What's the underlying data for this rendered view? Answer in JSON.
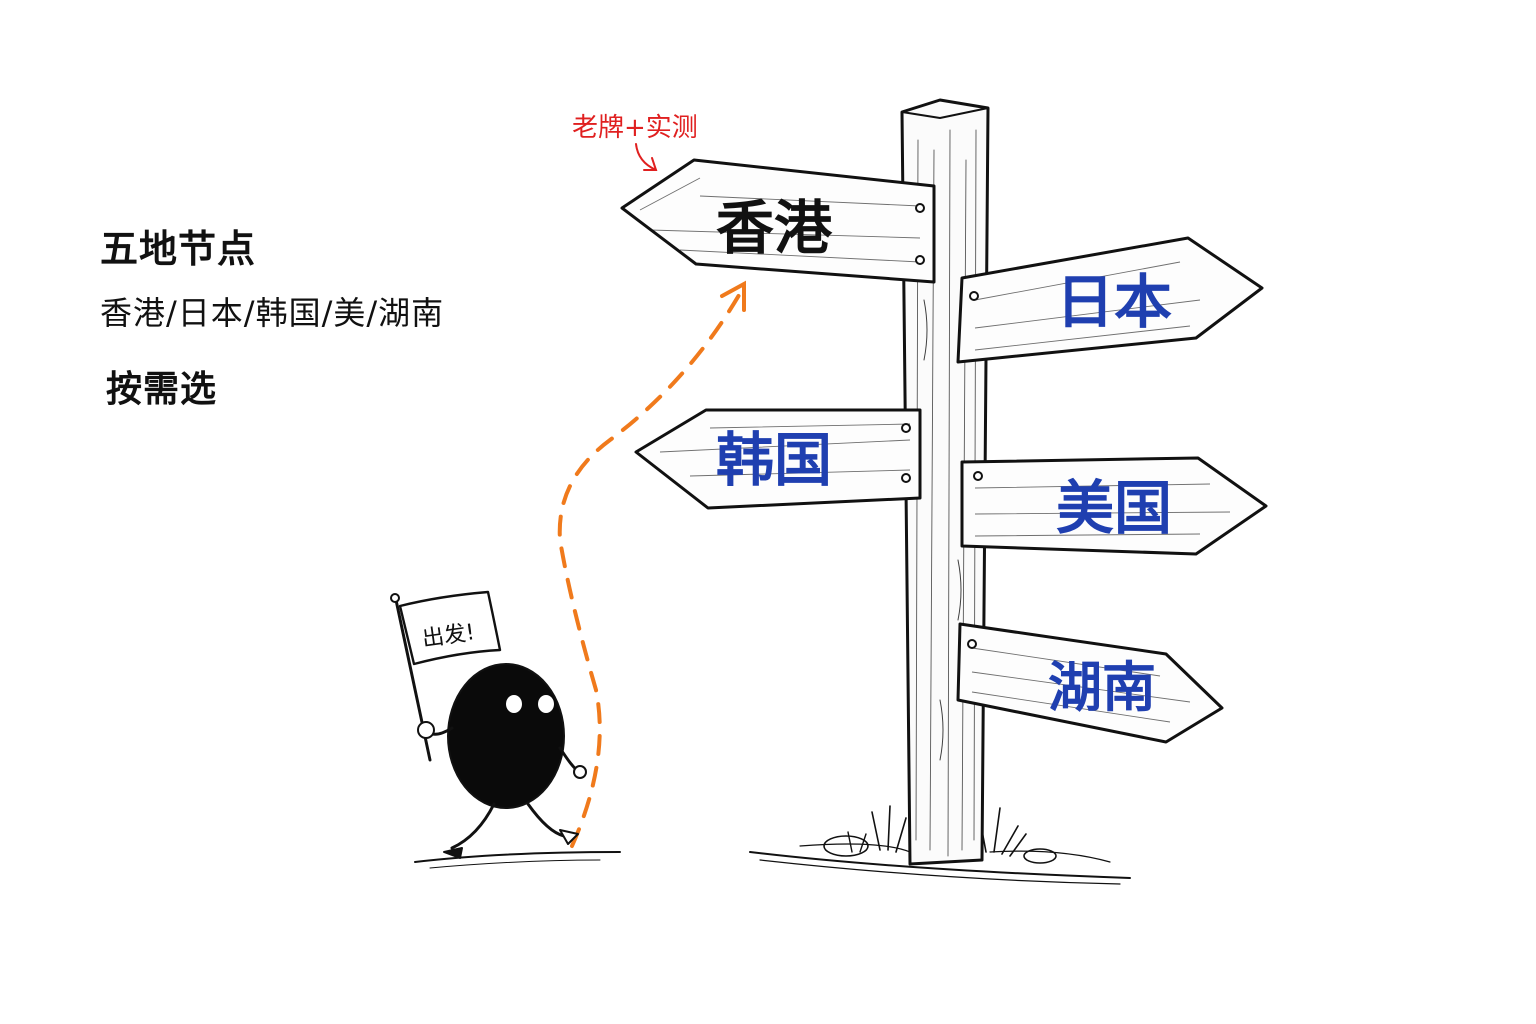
{
  "text": {
    "heading": "五地节点",
    "regions": "香港/日本/韩国/美/湖南",
    "note": "按需选",
    "annotation": "老牌+实测",
    "flag": "出发!"
  },
  "signs": [
    {
      "label": "香港",
      "direction": "left",
      "color": "#111111"
    },
    {
      "label": "日本",
      "direction": "right",
      "color": "#1f3fb0"
    },
    {
      "label": "韩国",
      "direction": "left",
      "color": "#1f3fb0"
    },
    {
      "label": "美国",
      "direction": "right",
      "color": "#1f3fb0"
    },
    {
      "label": "湖南",
      "direction": "right",
      "color": "#1f3fb0"
    }
  ],
  "colors": {
    "ink": "#111111",
    "highlight_sign_text": "#111111",
    "sign_text": "#1f3fb0",
    "annotation": "#e02020",
    "path": "#f07a1c",
    "background": "#ffffff"
  },
  "icons": [
    "signpost-icon",
    "walking-character-icon",
    "flag-icon",
    "dashed-path-arrow-icon",
    "annotation-arrow-icon"
  ]
}
